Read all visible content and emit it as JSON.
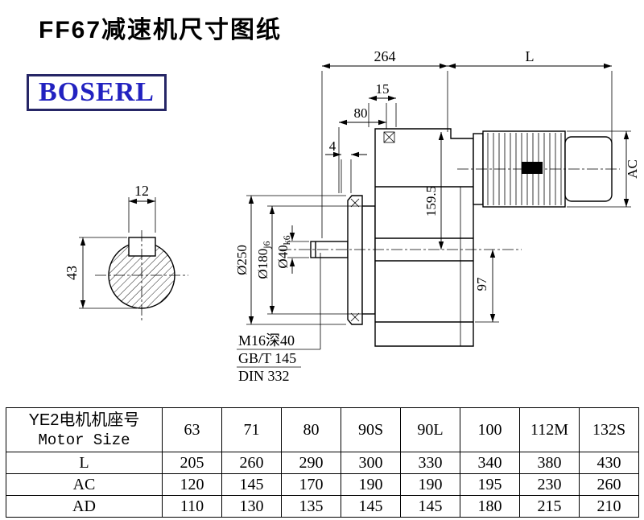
{
  "page": {
    "title": "FF67减速机尺寸图纸",
    "brand": "BOSERL"
  },
  "drawing": {
    "dim_264": "264",
    "dim_L": "L",
    "dim_15": "15",
    "dim_80": "80",
    "dim_4": "4",
    "dim_AC": "AC",
    "dim_159_5": "159.5",
    "dim_97": "97",
    "dia_flange": "Ø250",
    "dia_pilot_main": "Ø180",
    "dia_pilot_tol": "j6",
    "dia_shaft_main": "Ø40",
    "dia_shaft_tol": "k6",
    "key_width": "12",
    "key_height": "43",
    "notes": [
      "M16深40",
      "GB/T 145",
      "DIN 332"
    ]
  },
  "table": {
    "motor_label_cn": "YE2电机机座号",
    "motor_label_en": "Motor Size",
    "sizes": [
      "63",
      "71",
      "80",
      "90S",
      "90L",
      "100",
      "112M",
      "132S"
    ],
    "rows": [
      {
        "label": "L",
        "values": [
          "205",
          "260",
          "290",
          "300",
          "330",
          "340",
          "380",
          "430"
        ]
      },
      {
        "label": "AC",
        "values": [
          "120",
          "145",
          "170",
          "190",
          "190",
          "195",
          "230",
          "260"
        ]
      },
      {
        "label": "AD",
        "values": [
          "110",
          "130",
          "135",
          "145",
          "145",
          "180",
          "215",
          "210"
        ]
      }
    ]
  }
}
